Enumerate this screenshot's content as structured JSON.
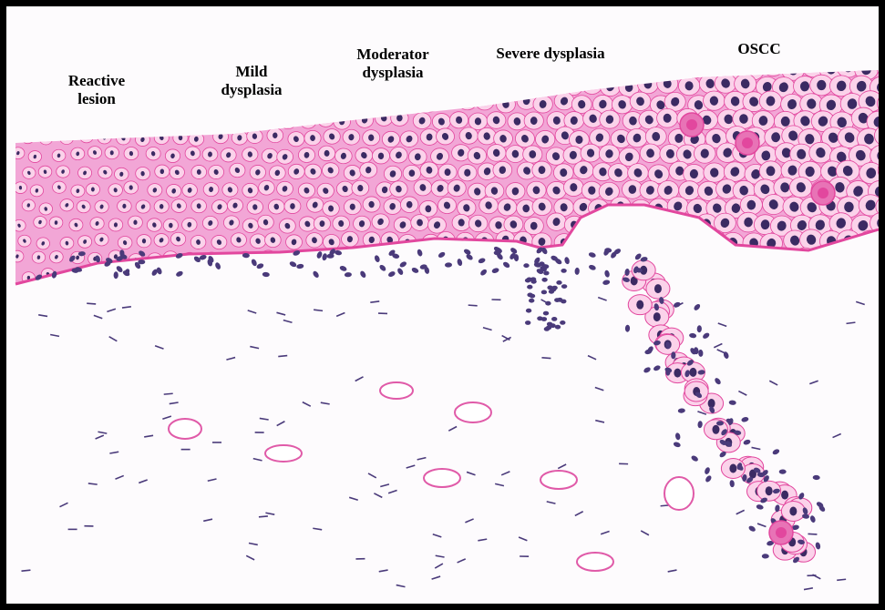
{
  "stages": [
    {
      "label": "Reactive\nlesion"
    },
    {
      "label": "Mild\ndysplasia"
    },
    {
      "label": "Moderator\ndysplasia"
    },
    {
      "label": "Severe dysplasia"
    },
    {
      "label": "OSCC"
    }
  ],
  "colors": {
    "frame": "#000000",
    "epithelium": "#f2a6d6",
    "epithelium_dark": "#e2479e",
    "cell_fill": "#fbd2ea",
    "nucleus": "#3b2a63",
    "stroma": "#fdfbfd",
    "fibroblast": "#4a3a7a",
    "vessel": "#e05aa8",
    "keratin_pearl": "#e873b6"
  }
}
